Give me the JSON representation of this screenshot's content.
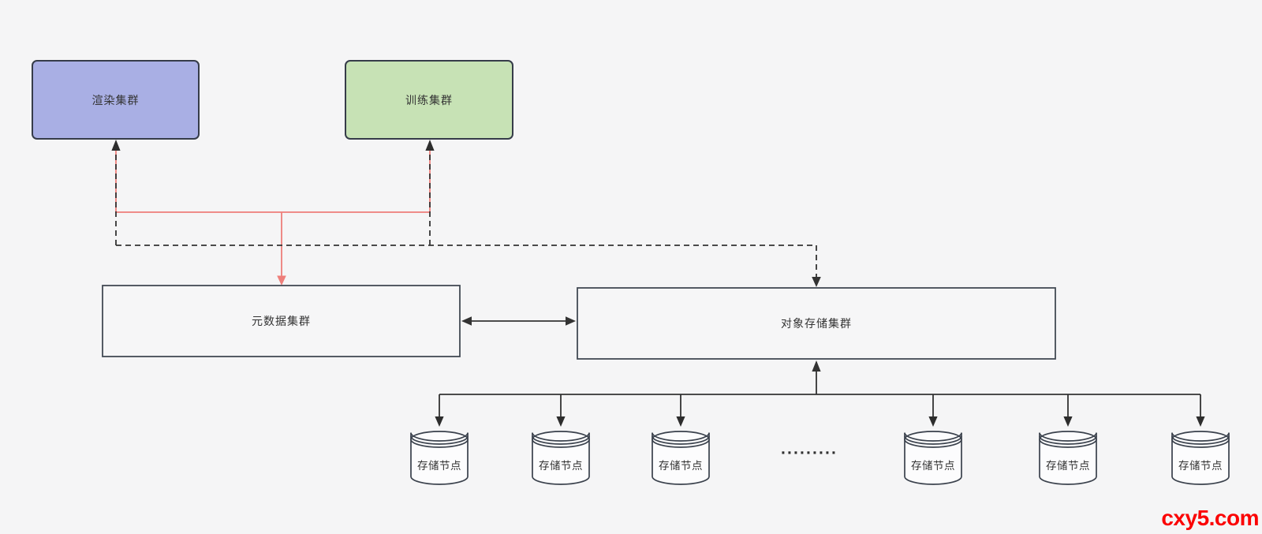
{
  "nodes": {
    "render_cluster": {
      "label": "渲染集群",
      "fill": "#a9afe4"
    },
    "training_cluster": {
      "label": "训练集群",
      "fill": "#c7e2b5"
    },
    "metadata_cluster": {
      "label": "元数据集群"
    },
    "object_storage_cluster": {
      "label": "对象存储集群"
    }
  },
  "storage_nodes": [
    {
      "label": "存储节点"
    },
    {
      "label": "存储节点"
    },
    {
      "label": "存储节点"
    },
    {
      "label": "存储节点"
    },
    {
      "label": "存储节点"
    },
    {
      "label": "存储节点"
    }
  ],
  "ellipsis": "·········",
  "watermark": {
    "text": "cxy5.com",
    "color": "#fb0304"
  },
  "colors": {
    "background": "#f5f5f6",
    "edge_dark": "#333333",
    "edge_red": "#ee7e7a",
    "node_border": "#363c49",
    "box_border": "#434a54",
    "cylinder_fill": "#fcfcfd"
  }
}
